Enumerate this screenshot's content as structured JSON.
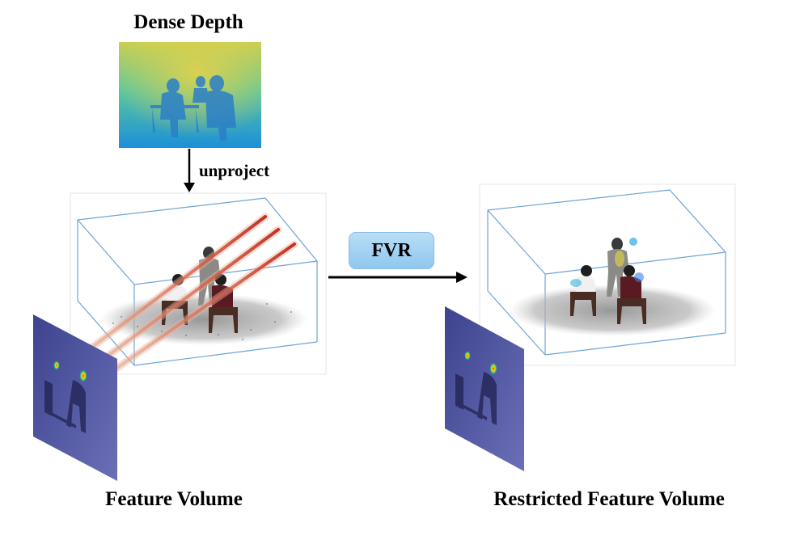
{
  "labels": {
    "dense_depth": "Dense Depth",
    "unproject": "unproject",
    "fvr": "FVR",
    "feature_volume": "Feature Volume",
    "restricted_feature_volume": "Restricted Feature Volume"
  },
  "colors": {
    "depth_top": "#c9cf52",
    "depth_mid": "#5cc79f",
    "depth_bottom": "#1c8fd8",
    "box_edges": "#6fa3d6",
    "ray": "#c8301f",
    "feature_map": "#4a4f9e",
    "fvr_button": "#a5d3f2"
  }
}
